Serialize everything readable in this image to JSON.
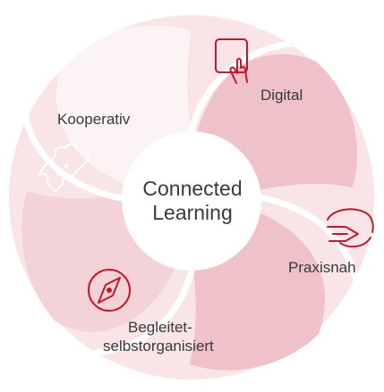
{
  "center": {
    "line1": "Connected",
    "line2": "Learning"
  },
  "segments": [
    {
      "label": "Digital",
      "icon": "tablet-touch-icon"
    },
    {
      "label": "Praxisnah",
      "icon": "handshake-icon"
    },
    {
      "label_line1": "Begleitet-",
      "label_line2": "selbstorganisiert",
      "icon": "compass-icon"
    },
    {
      "label": "Kooperativ",
      "icon": "puzzle-icon"
    }
  ],
  "colors": {
    "light": "#f9e4e7",
    "mid": "#efc1c8",
    "dark": "#e3a4ad",
    "accent": "#c0182c",
    "text": "#3a3a3a"
  }
}
